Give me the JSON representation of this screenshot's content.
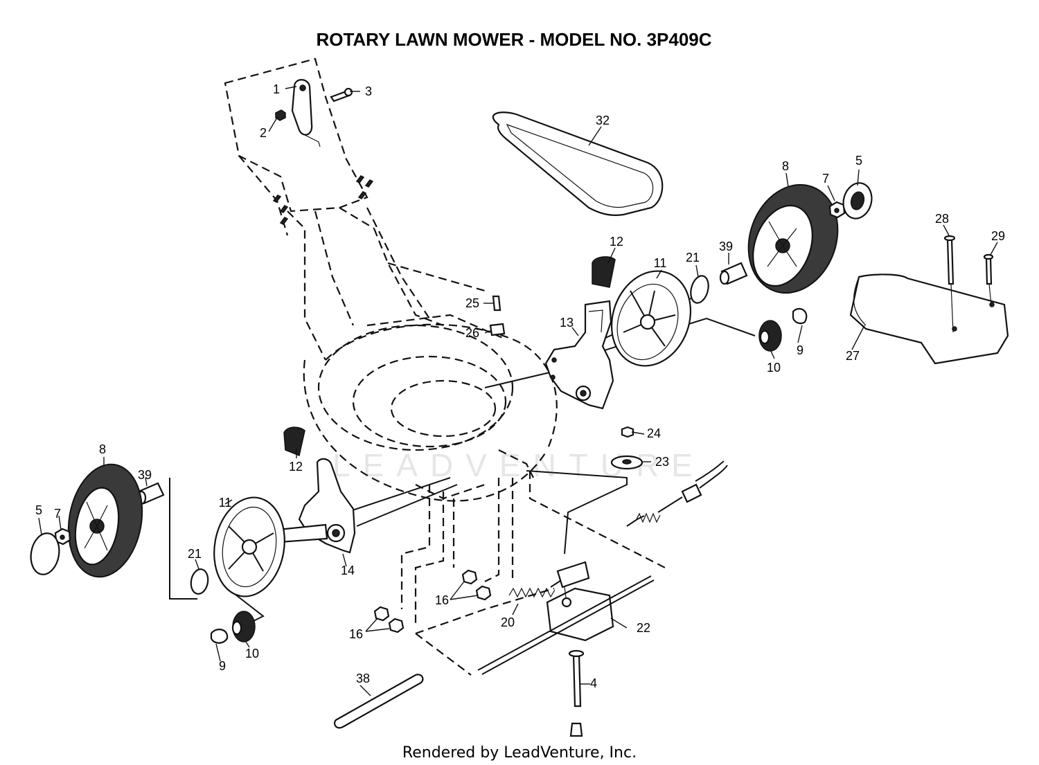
{
  "title": "ROTARY LAWN MOWER - MODEL NO.  3P409C",
  "footer": "Rendered by LeadVenture, Inc.",
  "watermark": "LEADVENTURE",
  "callouts": {
    "c1": "1",
    "c2": "2",
    "c3": "3",
    "c4": "4",
    "c5a": "5",
    "c5b": "5",
    "c7a": "7",
    "c7b": "7",
    "c8a": "8",
    "c8b": "8",
    "c9a": "9",
    "c9b": "9",
    "c10a": "10",
    "c10b": "10",
    "c11a": "11",
    "c11b": "11",
    "c12a": "12",
    "c12b": "12",
    "c13": "13",
    "c14": "14",
    "c16a": "16",
    "c16b": "16",
    "c20": "20",
    "c21a": "21",
    "c21b": "21",
    "c22": "22",
    "c23": "23",
    "c24": "24",
    "c25": "25",
    "c26": "26",
    "c27": "27",
    "c28": "28",
    "c29": "29",
    "c32": "32",
    "c38": "38",
    "c39a": "39",
    "c39b": "39"
  },
  "colors": {
    "ink": "#111111",
    "paper": "#ffffff",
    "watermark": "#e6e6e6"
  }
}
